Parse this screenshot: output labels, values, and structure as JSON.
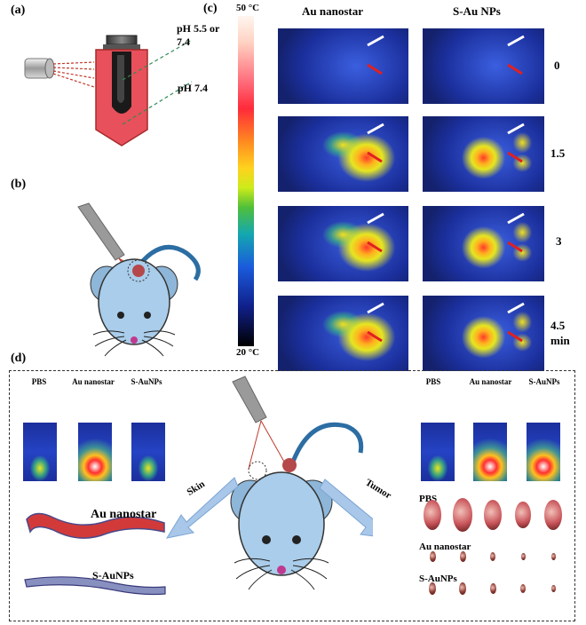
{
  "panels": {
    "a": "(a)",
    "b": "(b)",
    "c": "(c)",
    "d": "(d)"
  },
  "panel_a": {
    "label_top": "pH 5.5 or",
    "label_top_2": "7.4",
    "label_bottom": "pH 7.4"
  },
  "panel_c": {
    "scale_max": "50 °C",
    "scale_min": "20 °C",
    "col_1": "Au nanostar",
    "col_2": "S-Au NPs",
    "times": [
      "0",
      "1.5",
      "3",
      "4.5"
    ],
    "time_unit": "min"
  },
  "panel_d": {
    "thermal_titles": [
      "PBS",
      "Au nanostar",
      "S-AuNPs"
    ],
    "skin_label": "Skin",
    "tumor_label": "Tumor",
    "section_top": "Au nanostar",
    "section_bottom": "S-AuNPs",
    "tumor_titles": [
      "PBS",
      "Au nanostar",
      "S-AuNPs"
    ],
    "tumor_rows": [
      "PBS",
      "Au nanostar",
      "S-AuNPs"
    ]
  },
  "colors": {
    "mouse_body": "#a9cdea",
    "tube_red": "#e8505b",
    "arrow_blue": "#a9c7e8",
    "thermal_bg": "#1b2f9c"
  }
}
